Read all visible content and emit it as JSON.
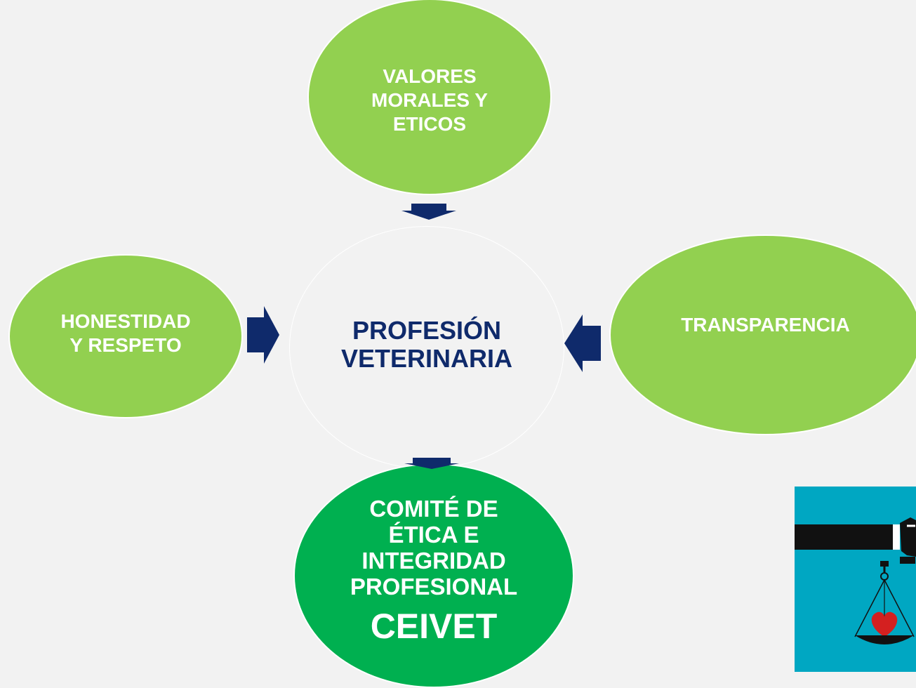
{
  "diagram": {
    "center": "PROFESIÓN\nVETERINARIA",
    "top": "VALORES\nMORALES Y\nETICOS",
    "left": "HONESTIDAD\nY RESPETO",
    "right": "TRANSPARENCIA",
    "bottom": "COMITÉ DE\nÉTICA E\nINTEGRIDAD\nPROFESIONAL",
    "bottom_acronym": "CEIVET"
  },
  "colors": {
    "light_green": "#92d050",
    "dark_green": "#00b050",
    "navy": "#0f2a6b",
    "background": "#f2f2f2",
    "illustration_bg": "#00a7c2"
  },
  "illustration": {
    "icon": "justice-scale-heart-icon"
  }
}
